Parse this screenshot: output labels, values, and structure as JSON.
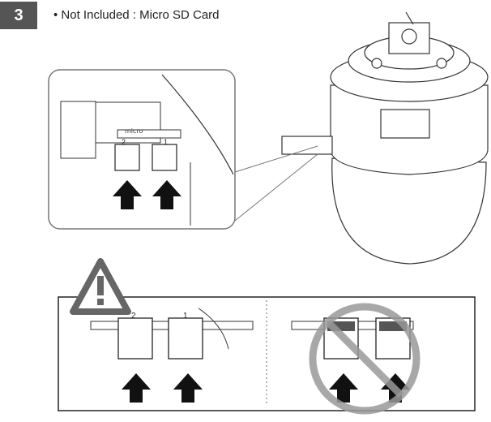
{
  "step": {
    "number": "3"
  },
  "note": {
    "text": "• Not Included : Micro SD Card"
  },
  "figure": {
    "slot_labels": [
      "2",
      "1"
    ],
    "logo": "micro",
    "icons": [
      "warning-icon",
      "prohibited-icon",
      "up-arrow-icon"
    ]
  }
}
